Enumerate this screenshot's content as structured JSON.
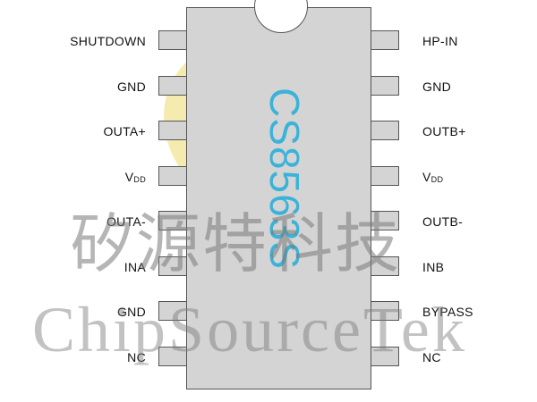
{
  "chip": {
    "part_number": "CS8563S",
    "left_pins": [
      {
        "name": "SHUTDOWN",
        "sub": ""
      },
      {
        "name": "GND",
        "sub": ""
      },
      {
        "name": "OUTA+",
        "sub": ""
      },
      {
        "name": "V",
        "sub": "DD"
      },
      {
        "name": "OUTA-",
        "sub": ""
      },
      {
        "name": "INA",
        "sub": ""
      },
      {
        "name": "GND",
        "sub": ""
      },
      {
        "name": "NC",
        "sub": ""
      }
    ],
    "right_pins": [
      {
        "name": "HP-IN",
        "sub": ""
      },
      {
        "name": "GND",
        "sub": ""
      },
      {
        "name": "OUTB+",
        "sub": ""
      },
      {
        "name": "V",
        "sub": "DD"
      },
      {
        "name": "OUTB-",
        "sub": ""
      },
      {
        "name": "INB",
        "sub": ""
      },
      {
        "name": "BYPASS",
        "sub": ""
      },
      {
        "name": "NC",
        "sub": ""
      }
    ]
  },
  "watermark": {
    "chinese": "矽源特科技",
    "english": "ChipSourceTek"
  },
  "colors": {
    "chip_fill": "#d4d4d4",
    "part_number": "#3bb3d8",
    "logo": "#f5e7a0"
  }
}
